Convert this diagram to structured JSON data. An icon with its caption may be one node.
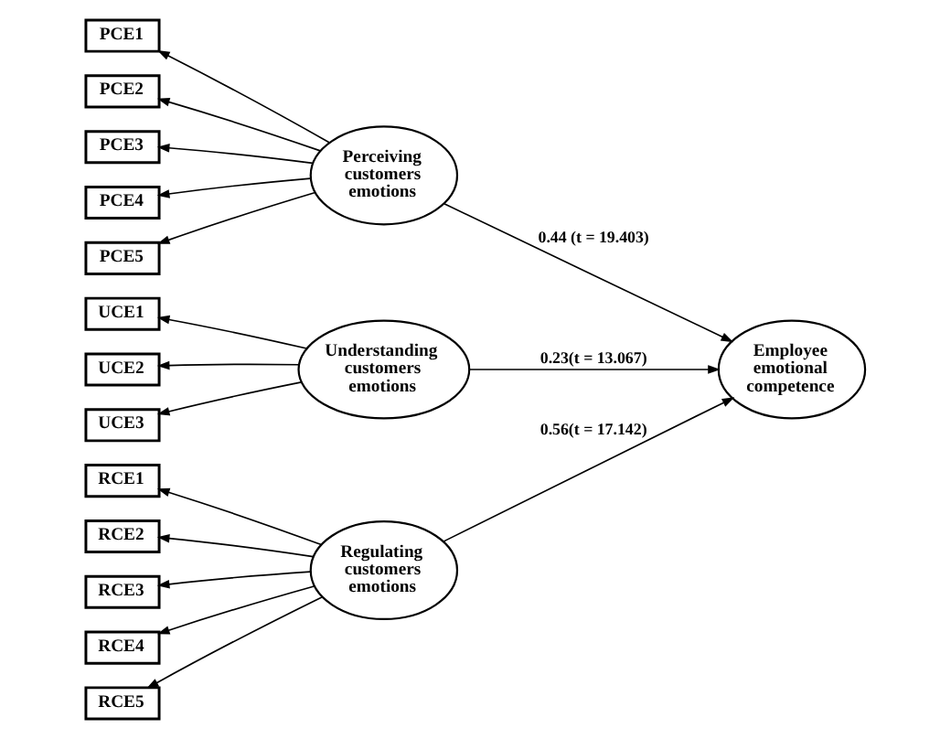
{
  "diagram": {
    "nodes": [
      {
        "text": [
          "PCE1"
        ]
      },
      {
        "text": [
          "PCE2"
        ]
      },
      {
        "text": [
          "PCE3"
        ]
      },
      {
        "text": [
          "PCE4"
        ]
      },
      {
        "text": [
          "PCE5"
        ]
      },
      {
        "text": [
          "UCE1"
        ]
      },
      {
        "text": [
          "UCE2"
        ]
      },
      {
        "text": [
          "UCE3"
        ]
      },
      {
        "text": [
          "RCE1"
        ]
      },
      {
        "text": [
          "RCE2"
        ]
      },
      {
        "text": [
          "RCE3"
        ]
      },
      {
        "text": [
          "RCE4"
        ]
      },
      {
        "text": [
          "RCE5"
        ]
      },
      {
        "text": [
          "Perceiving customers emotions"
        ]
      },
      {
        "text": [
          "Understanding customers emotions"
        ]
      },
      {
        "text": [
          "Regulating customers emotions"
        ]
      },
      {
        "text": [
          "Employee emotional competence"
        ]
      }
    ],
    "edges": [
      {
        "from": 13,
        "to": 0,
        "arrow": "to"
      },
      {
        "from": 13,
        "to": 1,
        "arrow": "to"
      },
      {
        "from": 13,
        "to": 2,
        "arrow": "to"
      },
      {
        "from": 13,
        "to": 3,
        "arrow": "to"
      },
      {
        "from": 13,
        "to": 4,
        "arrow": "to"
      },
      {
        "from": 14,
        "to": 5,
        "arrow": "to"
      },
      {
        "from": 14,
        "to": 6,
        "arrow": "to"
      },
      {
        "from": 14,
        "to": 7,
        "arrow": "to"
      },
      {
        "from": 15,
        "to": 8,
        "arrow": "to"
      },
      {
        "from": 15,
        "to": 9,
        "arrow": "to"
      },
      {
        "from": 15,
        "to": 10,
        "arrow": "to"
      },
      {
        "from": 15,
        "to": 11,
        "arrow": "to"
      },
      {
        "from": 15,
        "to": 12,
        "arrow": "to"
      },
      {
        "from": 13,
        "to": 16,
        "arrow": "to",
        "label": "0.44 (t = 19.403)"
      },
      {
        "from": 14,
        "to": 16,
        "arrow": "to",
        "label": "0.23(t = 13.067)"
      },
      {
        "from": 15,
        "to": 16,
        "arrow": "to",
        "label": "0.56(t = 17.142)"
      }
    ]
  }
}
